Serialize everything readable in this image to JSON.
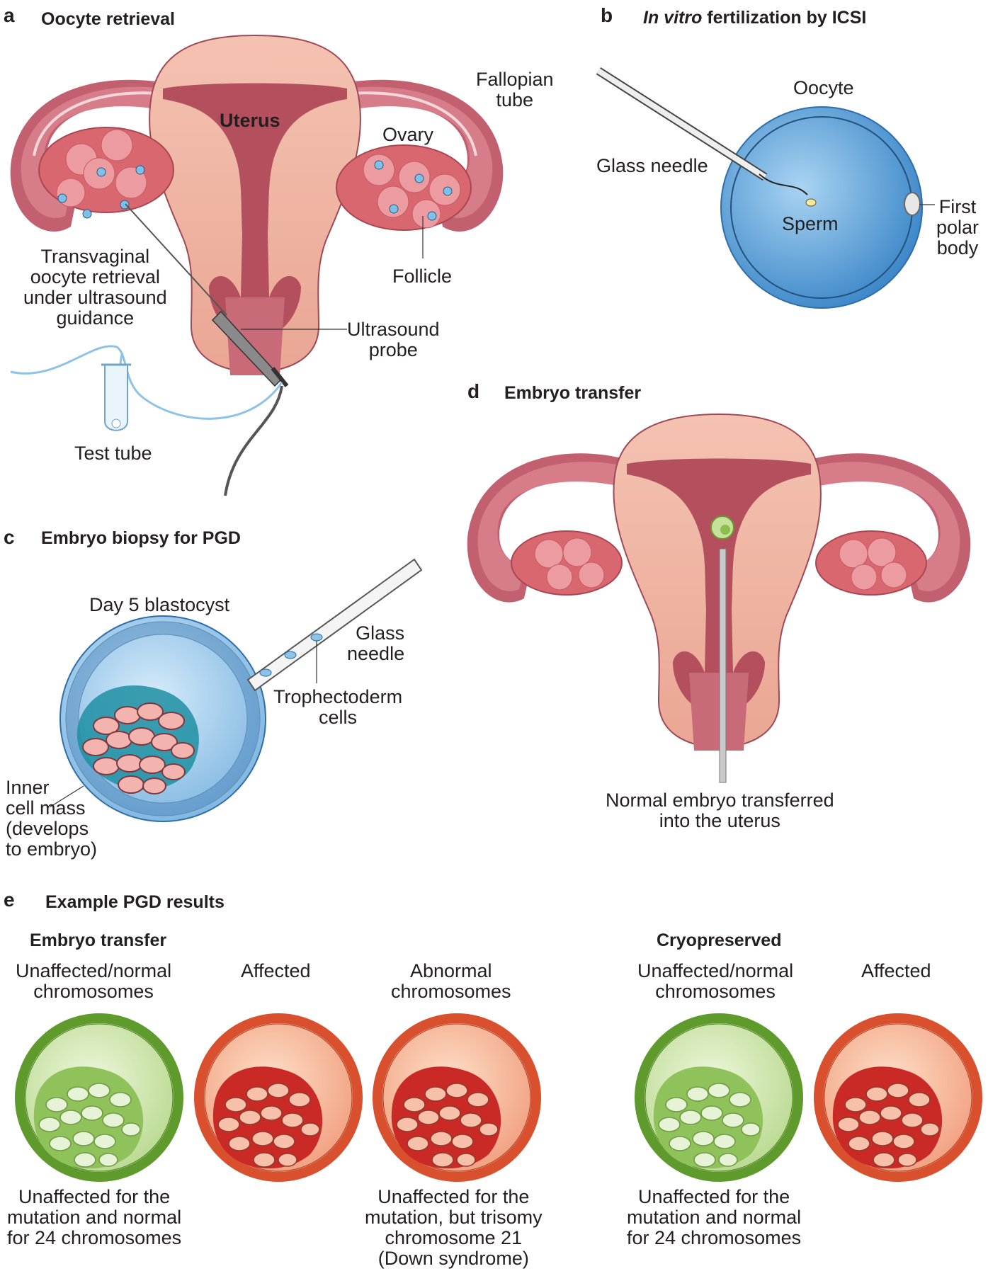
{
  "panels": {
    "a": {
      "letter": "a",
      "title": "Oocyte retrieval",
      "labels": {
        "uterus": "Uterus",
        "fallopian": [
          "Fallopian",
          "tube"
        ],
        "ovary": "Ovary",
        "follicle": "Follicle",
        "transvaginal": [
          "Transvaginal",
          "oocyte retrieval",
          "under ultrasound",
          "guidance"
        ],
        "probe": [
          "Ultrasound",
          "probe"
        ],
        "test_tube": "Test tube"
      }
    },
    "b": {
      "letter": "b",
      "title_italic": "In vitro",
      "title_rest": " fertilization by ICSI",
      "labels": {
        "oocyte": "Oocyte",
        "glass_needle": "Glass needle",
        "sperm": "Sperm",
        "polar_body": [
          "First",
          "polar",
          "body"
        ]
      }
    },
    "c": {
      "letter": "c",
      "title": "Embryo biopsy for PGD",
      "labels": {
        "blastocyst": "Day 5 blastocyst",
        "glass_needle": [
          "Glass",
          "needle"
        ],
        "trophectoderm": [
          "Trophectoderm",
          "cells"
        ],
        "inner_cell_mass": [
          "Inner",
          "cell mass",
          "(develops",
          "to embryo)"
        ]
      }
    },
    "d": {
      "letter": "d",
      "title": "Embryo transfer",
      "labels": {
        "caption": [
          "Normal embryo transferred",
          "into the uterus"
        ]
      }
    },
    "e": {
      "letter": "e",
      "title": "Example PGD results",
      "group_transfer": "Embryo transfer",
      "group_cryo": "Cryopreserved",
      "embryos": [
        {
          "header": [
            "Unaffected/normal",
            "chromosomes"
          ],
          "status": "normal",
          "caption": [
            "Unaffected for the",
            "mutation and normal",
            "for 24 chromosomes"
          ]
        },
        {
          "header": [
            "Affected"
          ],
          "status": "affected",
          "caption": []
        },
        {
          "header": [
            "Abnormal",
            "chromosomes"
          ],
          "status": "abnormal",
          "caption": [
            "Unaffected for the",
            "mutation, but trisomy",
            "chromosome 21",
            "(Down syndrome)"
          ]
        },
        {
          "header": [
            "Unaffected/normal",
            "chromosomes"
          ],
          "status": "normal",
          "caption": [
            "Unaffected for the",
            "mutation and normal",
            "for 24 chromosomes"
          ]
        },
        {
          "header": [
            "Affected"
          ],
          "status": "affected",
          "caption": []
        }
      ]
    }
  },
  "colors": {
    "uterus_light": "#f2b7a6",
    "uterus_dark": "#b4505e",
    "ovary": "#e0727a",
    "oocyte": "#3d8fd0",
    "green_embryo": "#7cb84a",
    "red_embryo": "#e55a3e"
  }
}
